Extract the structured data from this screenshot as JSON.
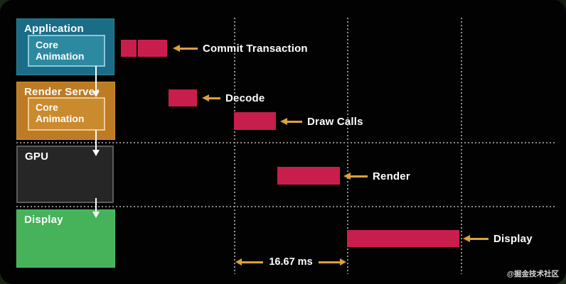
{
  "watermark": "@掘金技术社区",
  "pipeline": {
    "lanes": [
      {
        "label": "Application",
        "inner_label": "Core Animation",
        "color": "#1b6c86"
      },
      {
        "label": "Render Server",
        "inner_label": "Core Animation",
        "color": "#bd7b24"
      },
      {
        "label": "GPU",
        "color": "#262626"
      },
      {
        "label": "Display",
        "color": "#46b259"
      }
    ]
  },
  "timeline": {
    "bar_color": "#c81e4e",
    "arrow_color": "#dca13c",
    "gridline_interval_label": "16.67 ms",
    "phases": [
      {
        "label": "Commit Transaction",
        "lane": "Application",
        "segments": 2
      },
      {
        "label": "Decode",
        "lane": "Render Server",
        "segments": 1
      },
      {
        "label": "Draw Calls",
        "lane": "Render Server",
        "segments": 1
      },
      {
        "label": "Render",
        "lane": "GPU",
        "segments": 1
      },
      {
        "label": "Display",
        "lane": "Display",
        "segments": 1
      }
    ]
  }
}
